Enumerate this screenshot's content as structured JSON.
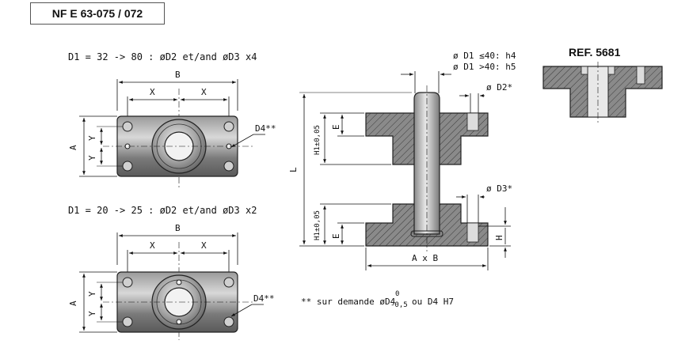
{
  "header": {
    "standard": "NF E 63-075 / 072",
    "reference": "REF. 5681"
  },
  "view_top": {
    "condition": "D1 = 32 -> 80 : øD2 et/and øD3 x4",
    "dim_b": "B",
    "dim_x_left": "X",
    "dim_x_right": "X",
    "dim_a": "A",
    "dim_y_top": "Y",
    "dim_y_bottom": "Y",
    "dim_d4": "D4**"
  },
  "view_bottom": {
    "condition": "D1 = 20 -> 25 : øD2 et/and øD3 x2",
    "dim_b": "B",
    "dim_x_left": "X",
    "dim_x_right": "X",
    "dim_a": "A",
    "dim_y_top": "Y",
    "dim_y_bottom": "Y",
    "dim_d4": "D4**"
  },
  "section": {
    "d1_line1": "ø D1 ≤40: h4",
    "d1_line2": "ø D1 >40: h5",
    "d2": "ø D2*",
    "d3": "ø D3*",
    "dim_l": "L",
    "dim_h1_top": "H1±0,05",
    "dim_h1_bottom": "H1±0,05",
    "dim_e_top": "E",
    "dim_e_bottom": "E",
    "dim_h": "H",
    "dim_axb": "A x B"
  },
  "footnote": {
    "prefix": "** sur demande øD4",
    "tol_upper": "0",
    "tol_lower": "-0,5",
    "suffix": "ou D4 H7"
  }
}
